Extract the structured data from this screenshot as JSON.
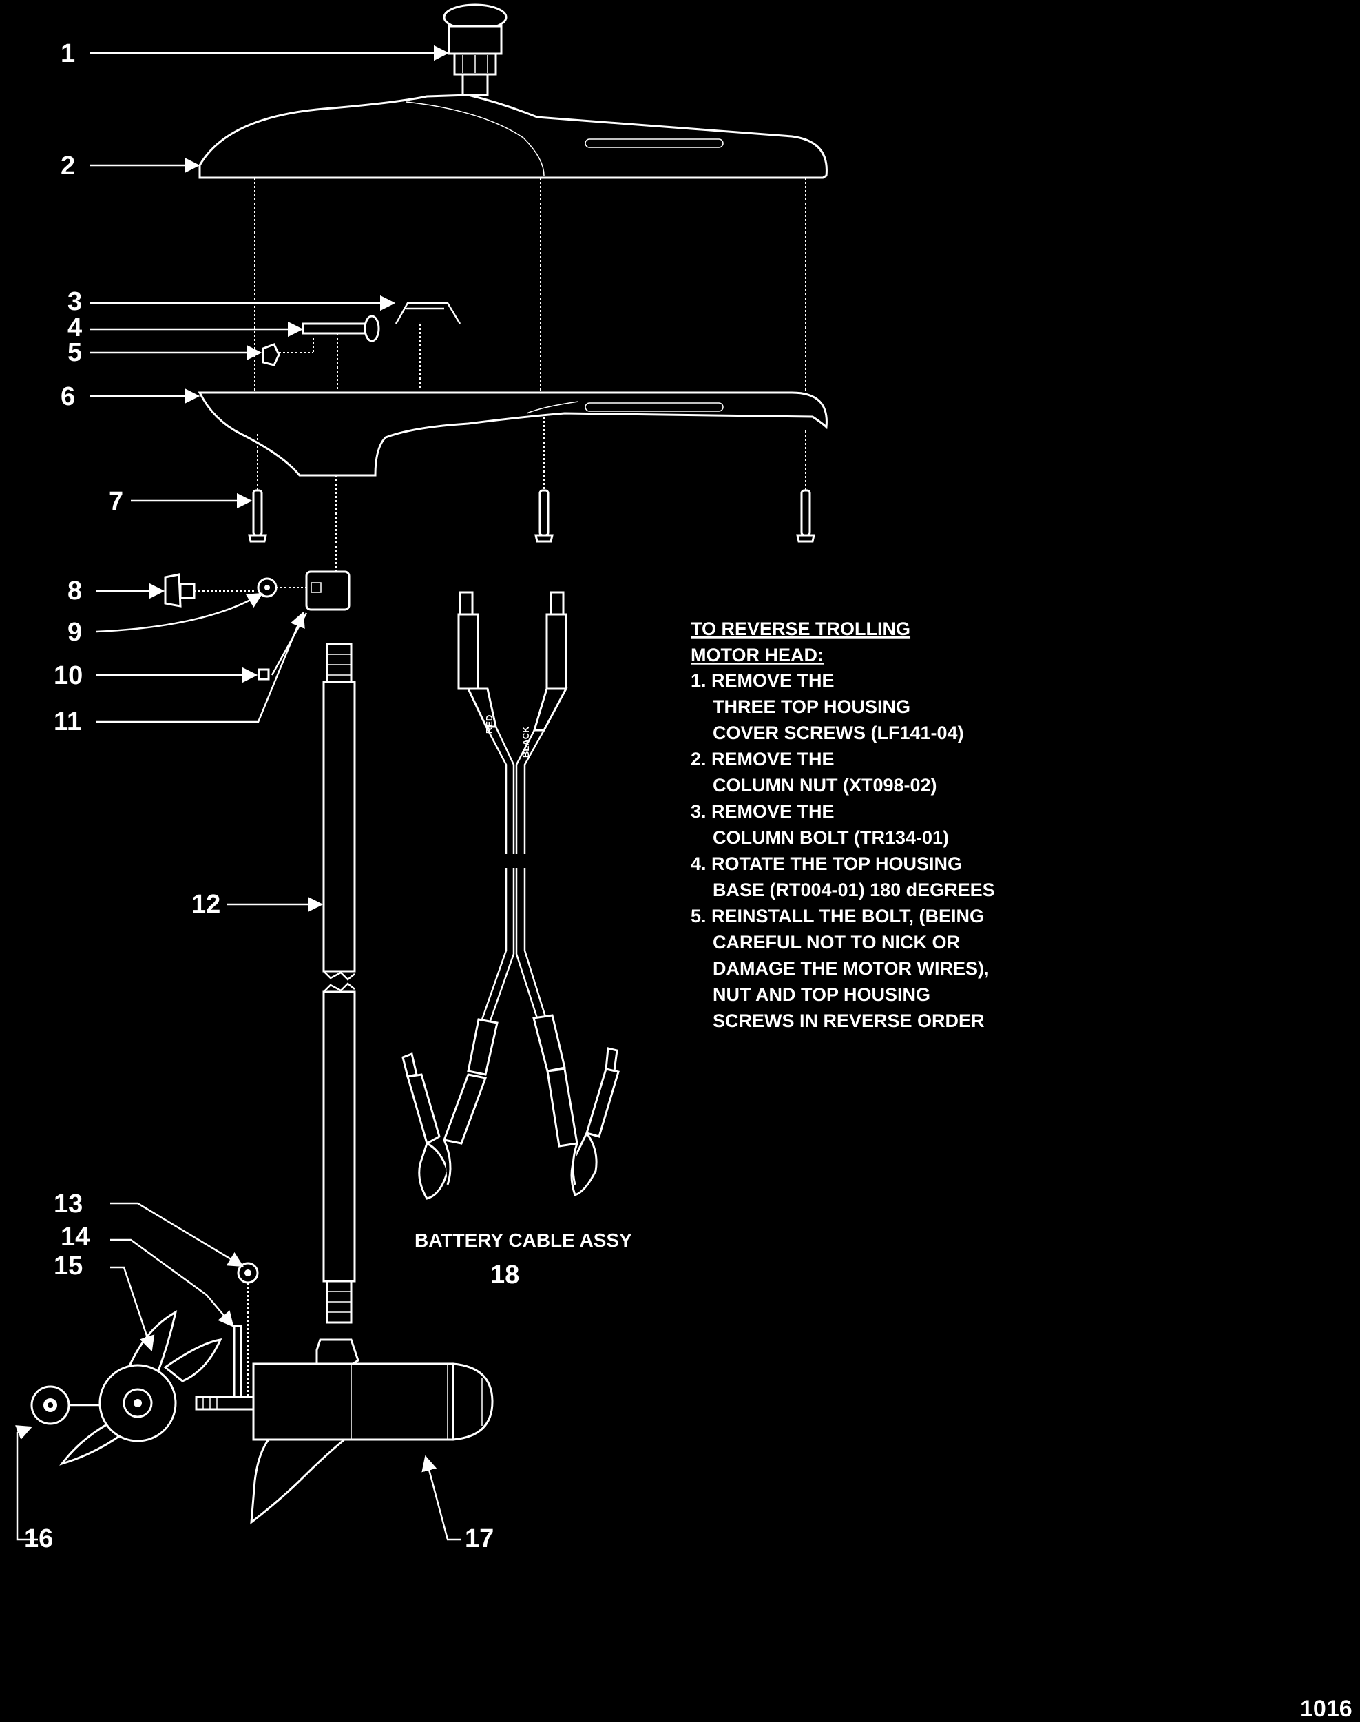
{
  "callouts": [
    {
      "id": "1",
      "text": "1"
    },
    {
      "id": "2",
      "text": "2"
    },
    {
      "id": "3",
      "text": "3"
    },
    {
      "id": "4",
      "text": "4"
    },
    {
      "id": "5",
      "text": "5"
    },
    {
      "id": "6",
      "text": "6"
    },
    {
      "id": "7",
      "text": "7"
    },
    {
      "id": "8",
      "text": "8"
    },
    {
      "id": "9",
      "text": "9"
    },
    {
      "id": "10",
      "text": "10"
    },
    {
      "id": "11",
      "text": "11"
    },
    {
      "id": "12",
      "text": "12"
    },
    {
      "id": "13",
      "text": "13"
    },
    {
      "id": "14",
      "text": "14"
    },
    {
      "id": "15",
      "text": "15"
    },
    {
      "id": "16",
      "text": "16"
    },
    {
      "id": "17",
      "text": "17"
    },
    {
      "id": "18",
      "text": "18"
    }
  ],
  "cable": {
    "title": "BATTERY CABLE ASSY",
    "red_label": "RED",
    "black_label": "BLACK"
  },
  "instructions": {
    "heading1": "TO REVERSE TROLLING",
    "heading2": "MOTOR HEAD:",
    "lines": [
      "1. REMOVE THE",
      "THREE TOP HOUSING",
      "COVER SCREWS (LF141-04)",
      "2. REMOVE THE",
      "COLUMN NUT (XT098-02)",
      "3. REMOVE THE",
      "COLUMN BOLT (TR134-01)",
      "4. ROTATE THE TOP HOUSING",
      "BASE (RT004-01)  180 dEGREES",
      "5. REINSTALL THE BOLT, (BEING",
      "CAREFUL NOT TO NICK OR",
      "DAMAGE THE MOTOR WIRES),",
      "NUT AND TOP HOUSING",
      "SCREWS IN REVERSE ORDER"
    ]
  },
  "figure_number": "1016"
}
